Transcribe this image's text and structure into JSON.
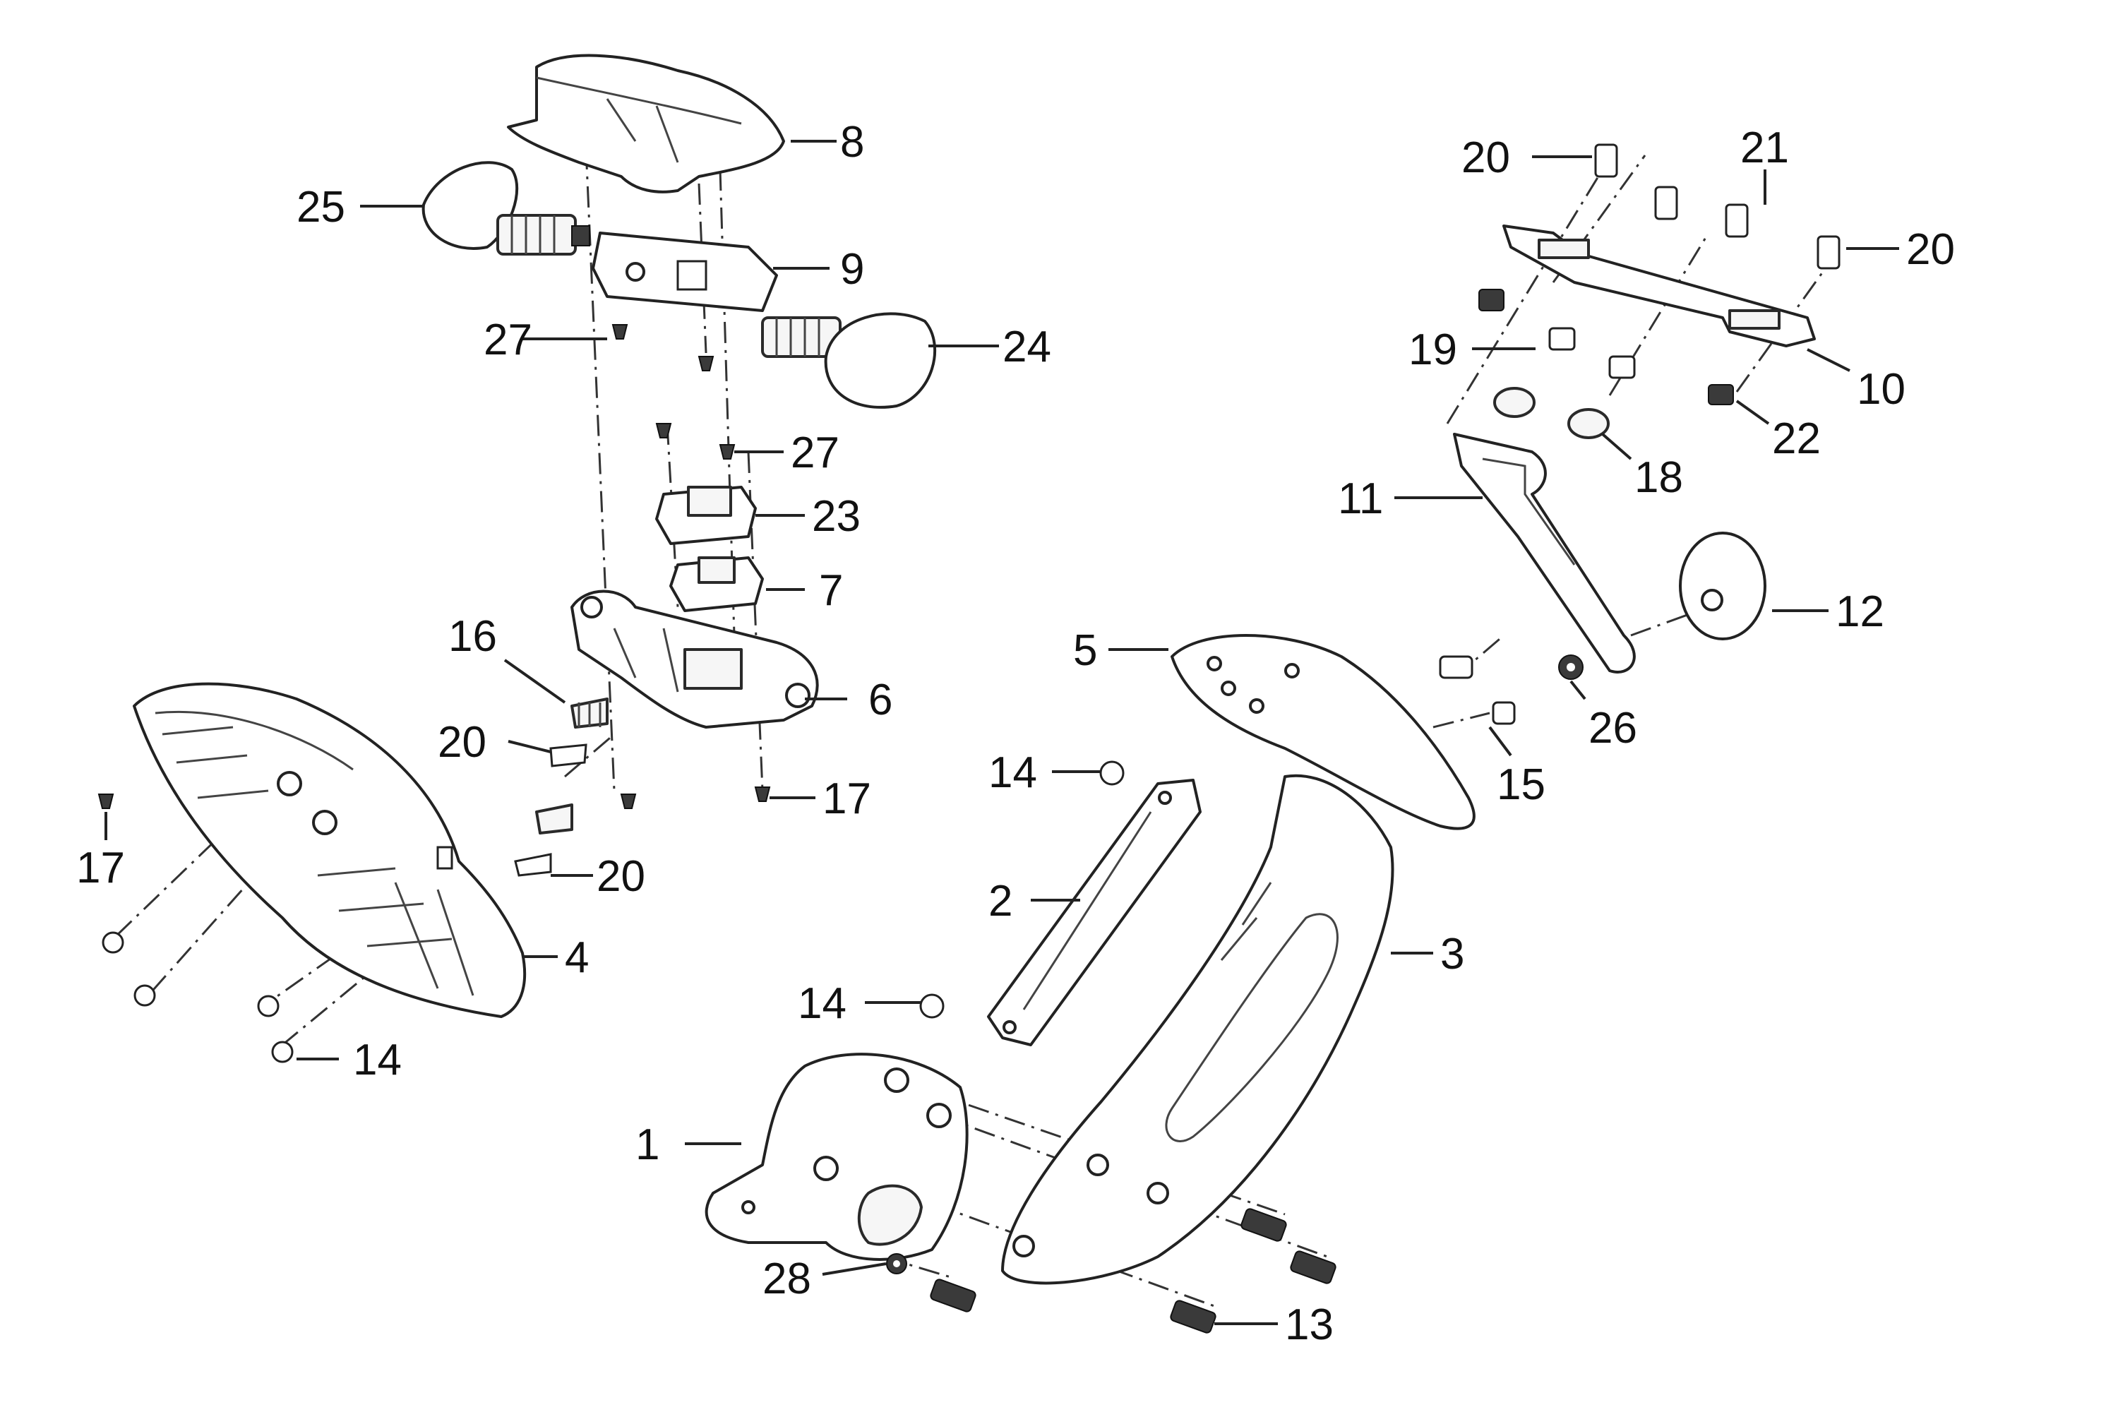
{
  "diagram": {
    "parts": [
      {
        "id": "1",
        "label": "1"
      },
      {
        "id": "2",
        "label": "2"
      },
      {
        "id": "3",
        "label": "3"
      },
      {
        "id": "4",
        "label": "4"
      },
      {
        "id": "5",
        "label": "5"
      },
      {
        "id": "6",
        "label": "6"
      },
      {
        "id": "7",
        "label": "7"
      },
      {
        "id": "8",
        "label": "8"
      },
      {
        "id": "9",
        "label": "9"
      },
      {
        "id": "10",
        "label": "10"
      },
      {
        "id": "11",
        "label": "11"
      },
      {
        "id": "12",
        "label": "12"
      },
      {
        "id": "13",
        "label": "13"
      },
      {
        "id": "14",
        "label": "14"
      },
      {
        "id": "15",
        "label": "15"
      },
      {
        "id": "16",
        "label": "16"
      },
      {
        "id": "17",
        "label": "17"
      },
      {
        "id": "18",
        "label": "18"
      },
      {
        "id": "19",
        "label": "19"
      },
      {
        "id": "20",
        "label": "20"
      },
      {
        "id": "21",
        "label": "21"
      },
      {
        "id": "22",
        "label": "22"
      },
      {
        "id": "23",
        "label": "23"
      },
      {
        "id": "24",
        "label": "24"
      },
      {
        "id": "25",
        "label": "25"
      },
      {
        "id": "26",
        "label": "26"
      },
      {
        "id": "27",
        "label": "27"
      },
      {
        "id": "28",
        "label": "28"
      }
    ]
  }
}
